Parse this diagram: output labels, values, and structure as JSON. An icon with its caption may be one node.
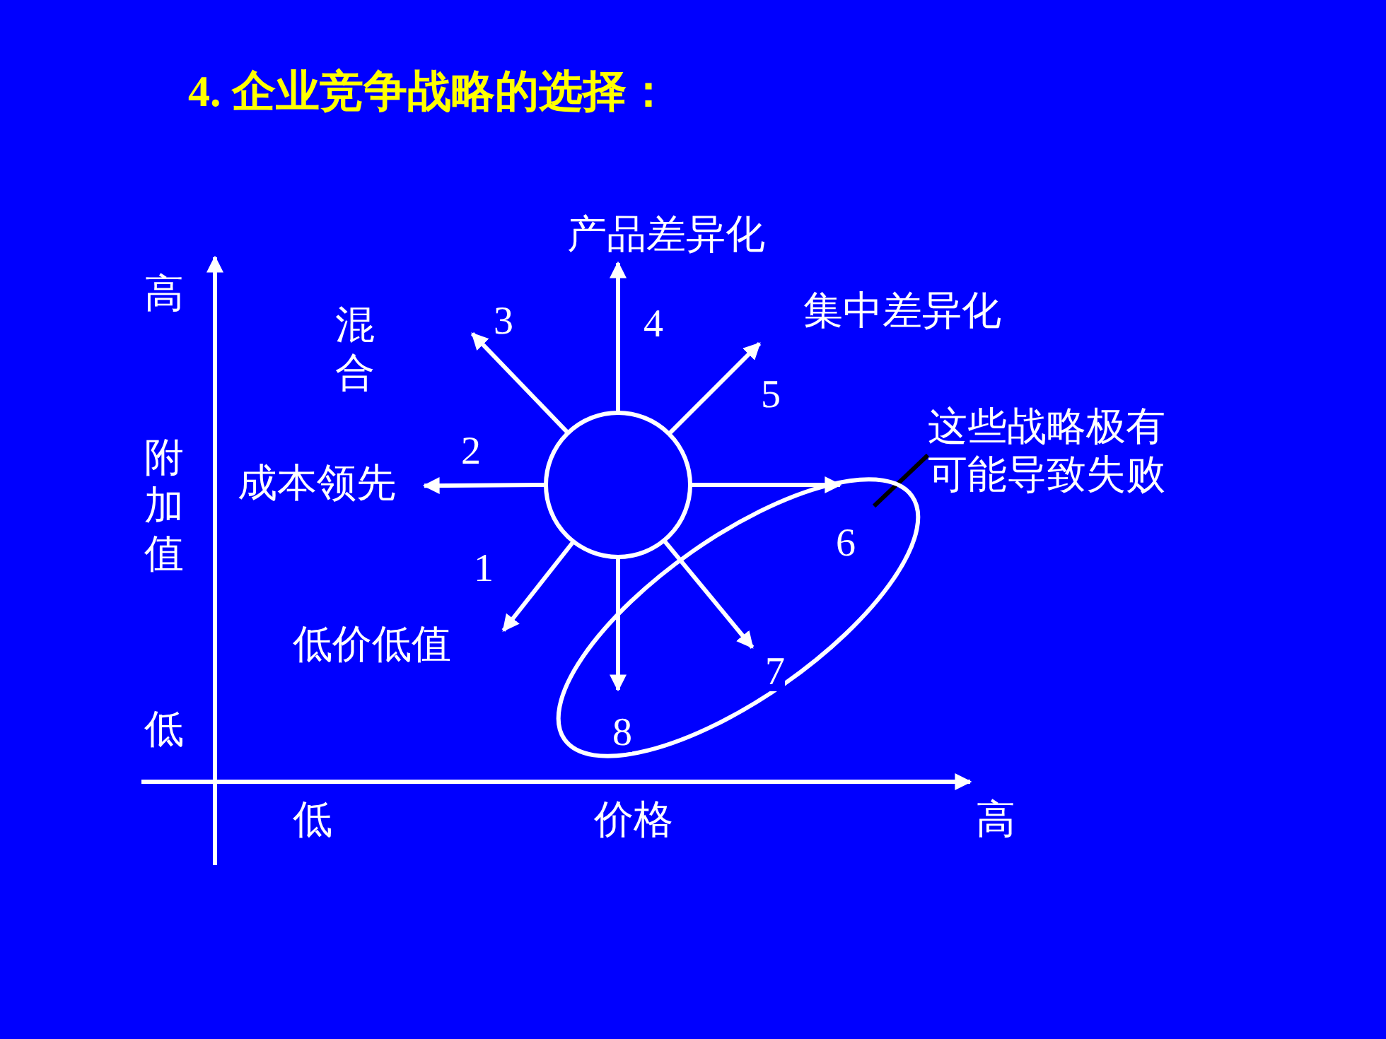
{
  "diagram": {
    "title": "4. 企业竞争战略的选择：",
    "nodes": [
      {
        "text": [
          "成本领先"
        ]
      },
      {
        "text": [],
        "shape": "circle"
      },
      {
        "text": [],
        "shape": "ellipse"
      },
      {
        "text": [
          "这些战略极有可能导致失败"
        ]
      },
      {
        "text": [
          "产品差异化"
        ]
      }
    ],
    "edges": [
      {
        "from": 1,
        "to": null,
        "arrow": "to",
        "label": "1"
      },
      {
        "from": 1,
        "to": 0,
        "arrow": "to",
        "label": "2"
      },
      {
        "from": 1,
        "to": null,
        "arrow": "to",
        "label": "3"
      },
      {
        "from": 1,
        "to": 4,
        "arrow": "to",
        "label": "4"
      },
      {
        "from": 1,
        "to": null,
        "arrow": "to",
        "label": "5"
      },
      {
        "from": 1,
        "to": 2,
        "arrow": "to",
        "label": "6"
      },
      {
        "from": 1,
        "to": 2,
        "arrow": "to",
        "label": "7"
      },
      {
        "from": 1,
        "to": 2,
        "arrow": "to",
        "label": "8"
      },
      {
        "from": 3,
        "to": 2,
        "arrow": "none",
        "color": "#000000"
      }
    ],
    "labels": [
      "高",
      "混合",
      "集中差异化",
      "附加值",
      "低价低值",
      "低",
      "低",
      "价格",
      "高"
    ]
  }
}
